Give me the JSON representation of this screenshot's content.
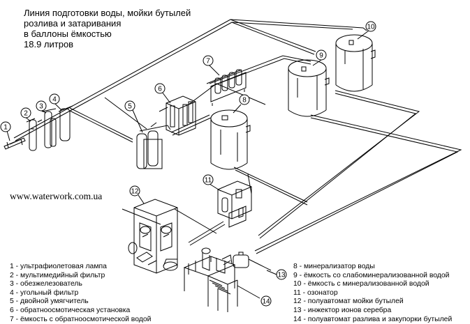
{
  "title": {
    "lines": [
      "Линия подготовки воды, мойки бутылей",
      "розлива и затаривания",
      "в баллоны ёмкостью",
      "18.9 литров"
    ]
  },
  "website": "www.waterwork.com.ua",
  "callouts": [
    "1",
    "2",
    "3",
    "4",
    "5",
    "6",
    "7",
    "8",
    "9",
    "10",
    "11",
    "12",
    "13",
    "14"
  ],
  "legend_left": [
    "1 - ультрафиолетовая лампа",
    "2 - мультимедийный фильтр",
    "3 - обезжелезователь",
    "4 - угольный фильтр",
    "5 - двойной умягчитель",
    "6 - обратноосмотическая установка",
    "7 - ёмкость с обратноосмотической водой"
  ],
  "legend_right": [
    "8  -  минерализатор воды",
    "9  -  ёмкость со слабоминерализованной водой",
    "10 - ёмкость с минерализованной водой",
    "11 - озонатор",
    "12 - полуавтомат мойки бутылей",
    "13 - инжектор ионов серебра",
    "14 - полуавтомат разлива и закупорки бутылей"
  ]
}
